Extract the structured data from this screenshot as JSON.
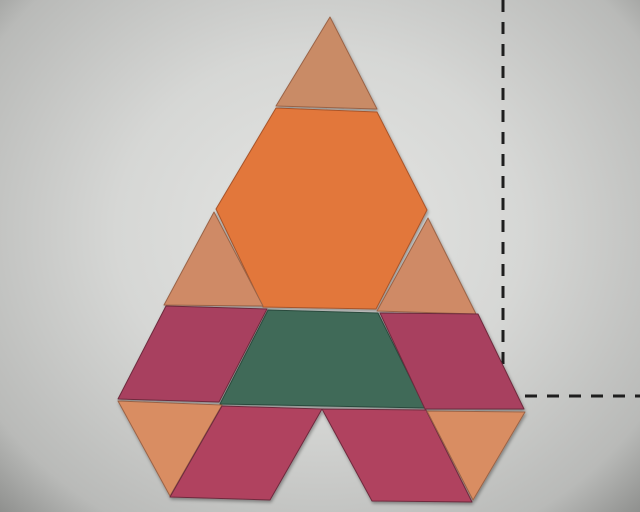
{
  "scene": {
    "subject": "pattern-blocks-arrangement",
    "background_color": "#d8d9d7",
    "guide_line_color": "#1e1e1e"
  },
  "pieces": [
    {
      "id": "triangle-top",
      "shape": "triangle",
      "color": "#c98b66"
    },
    {
      "id": "hexagon-center",
      "shape": "hexagon",
      "color": "#e2773b"
    },
    {
      "id": "triangle-left-mid",
      "shape": "triangle",
      "color": "#cf8a66"
    },
    {
      "id": "triangle-right-mid",
      "shape": "triangle",
      "color": "#cf8a66"
    },
    {
      "id": "rhombus-left-upper",
      "shape": "rhombus",
      "color": "#a8405e"
    },
    {
      "id": "trapezoid-center",
      "shape": "trapezoid",
      "color": "#3f6a58"
    },
    {
      "id": "rhombus-right-upper",
      "shape": "rhombus",
      "color": "#a8405e"
    },
    {
      "id": "triangle-left-bottom",
      "shape": "triangle",
      "color": "#d98d62"
    },
    {
      "id": "rhombus-left-lower",
      "shape": "rhombus",
      "color": "#b0425f"
    },
    {
      "id": "rhombus-right-lower",
      "shape": "rhombus",
      "color": "#b0425f"
    },
    {
      "id": "triangle-right-bottom",
      "shape": "triangle",
      "color": "#d98d62"
    }
  ]
}
